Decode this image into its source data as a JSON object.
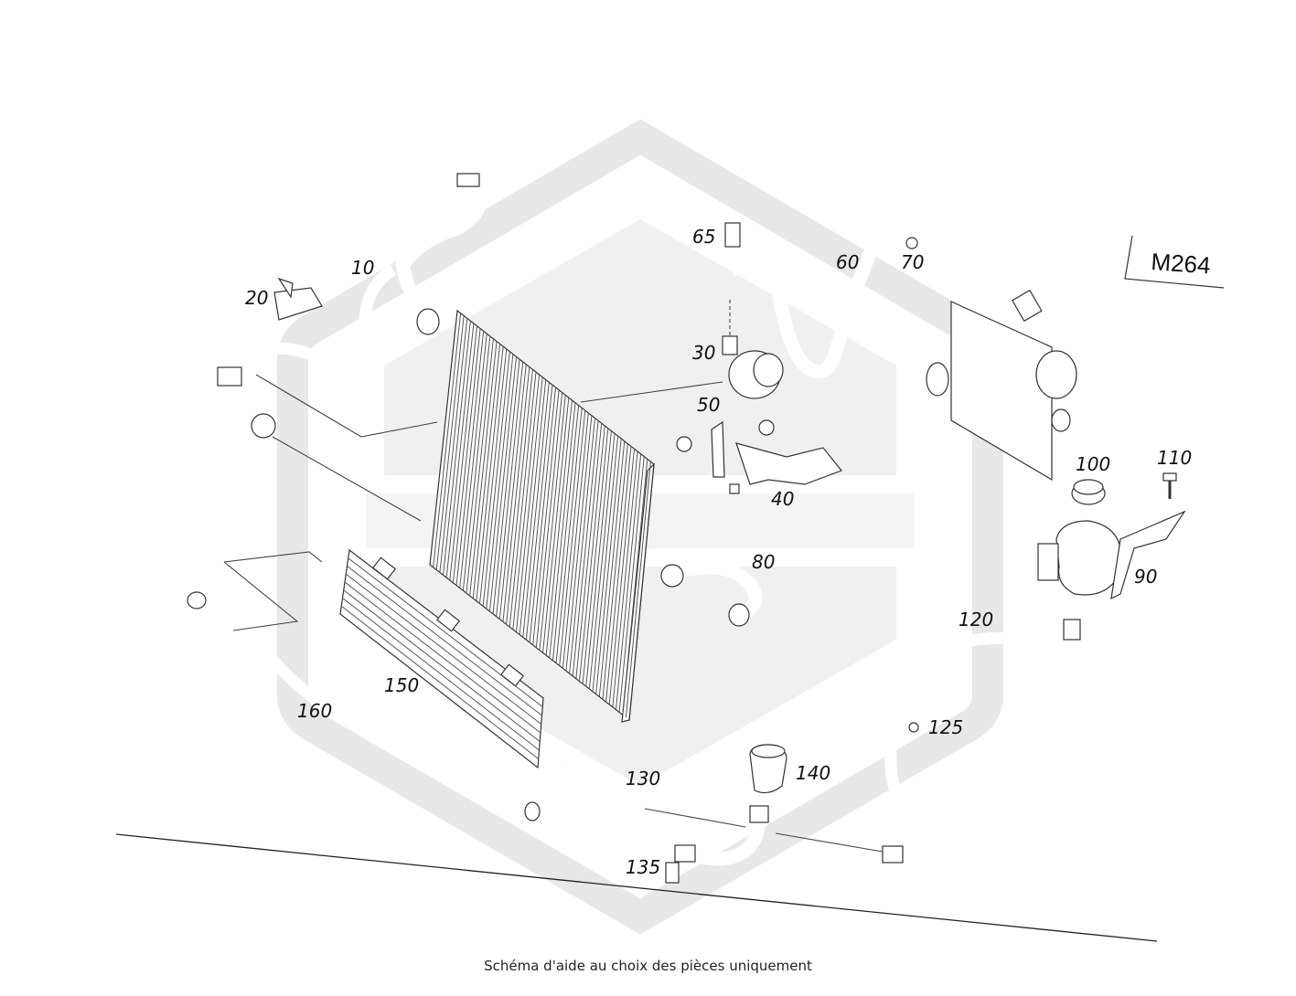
{
  "engine_code": "M264",
  "caption": "Schéma d'aide au choix des pièces uniquement",
  "parts": [
    {
      "id": "p10",
      "label": "10"
    },
    {
      "id": "p20",
      "label": "20"
    },
    {
      "id": "p30",
      "label": "30"
    },
    {
      "id": "p40",
      "label": "40"
    },
    {
      "id": "p50",
      "label": "50"
    },
    {
      "id": "p60",
      "label": "60"
    },
    {
      "id": "p65",
      "label": "65"
    },
    {
      "id": "p70",
      "label": "70"
    },
    {
      "id": "p80",
      "label": "80"
    },
    {
      "id": "p90",
      "label": "90"
    },
    {
      "id": "p100",
      "label": "100"
    },
    {
      "id": "p110",
      "label": "110"
    },
    {
      "id": "p120",
      "label": "120"
    },
    {
      "id": "p125",
      "label": "125"
    },
    {
      "id": "p130",
      "label": "130"
    },
    {
      "id": "p135",
      "label": "135"
    },
    {
      "id": "p140",
      "label": "140"
    },
    {
      "id": "p150",
      "label": "150"
    },
    {
      "id": "p160",
      "label": "160"
    }
  ]
}
